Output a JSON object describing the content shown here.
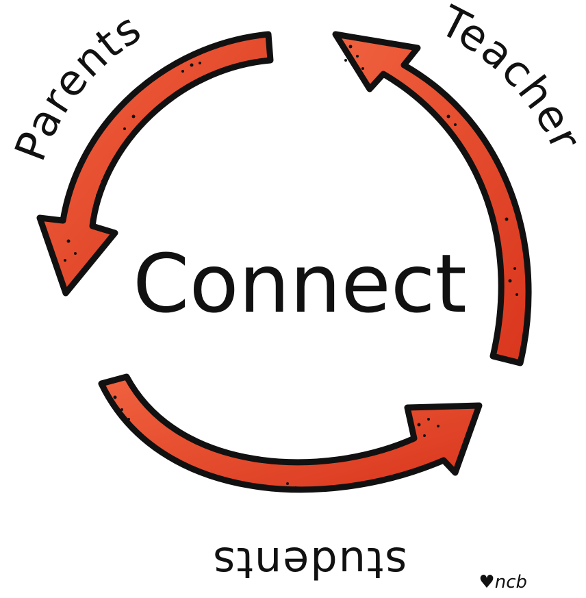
{
  "diagram": {
    "center_label": "Connect",
    "nodes": [
      {
        "id": "parents",
        "label": "Parents"
      },
      {
        "id": "teacher",
        "label": "Teacher"
      },
      {
        "id": "students",
        "label": "students"
      }
    ],
    "credit": "♥ncb"
  },
  "colors": {
    "arrow_fill": "#e8462c",
    "arrow_stroke": "#111111",
    "text": "#111111",
    "background": "#ffffff"
  }
}
